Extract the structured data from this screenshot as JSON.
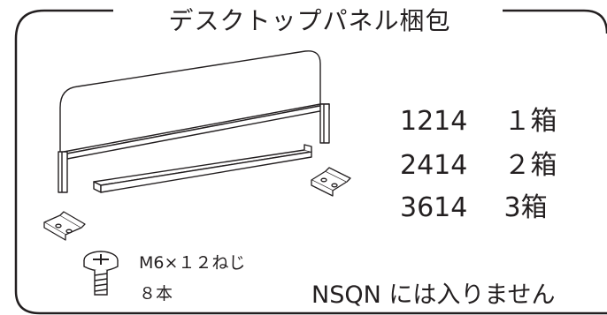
{
  "title": "デスクトップパネル梱包",
  "quantities": [
    {
      "code": "1214",
      "count": "１箱"
    },
    {
      "code": "2414",
      "count": "２箱"
    },
    {
      "code": "3614",
      "count": "3箱"
    }
  ],
  "screw": {
    "spec": "M6×１２ねじ",
    "count": "８本"
  },
  "note": "NSQN には入りません"
}
